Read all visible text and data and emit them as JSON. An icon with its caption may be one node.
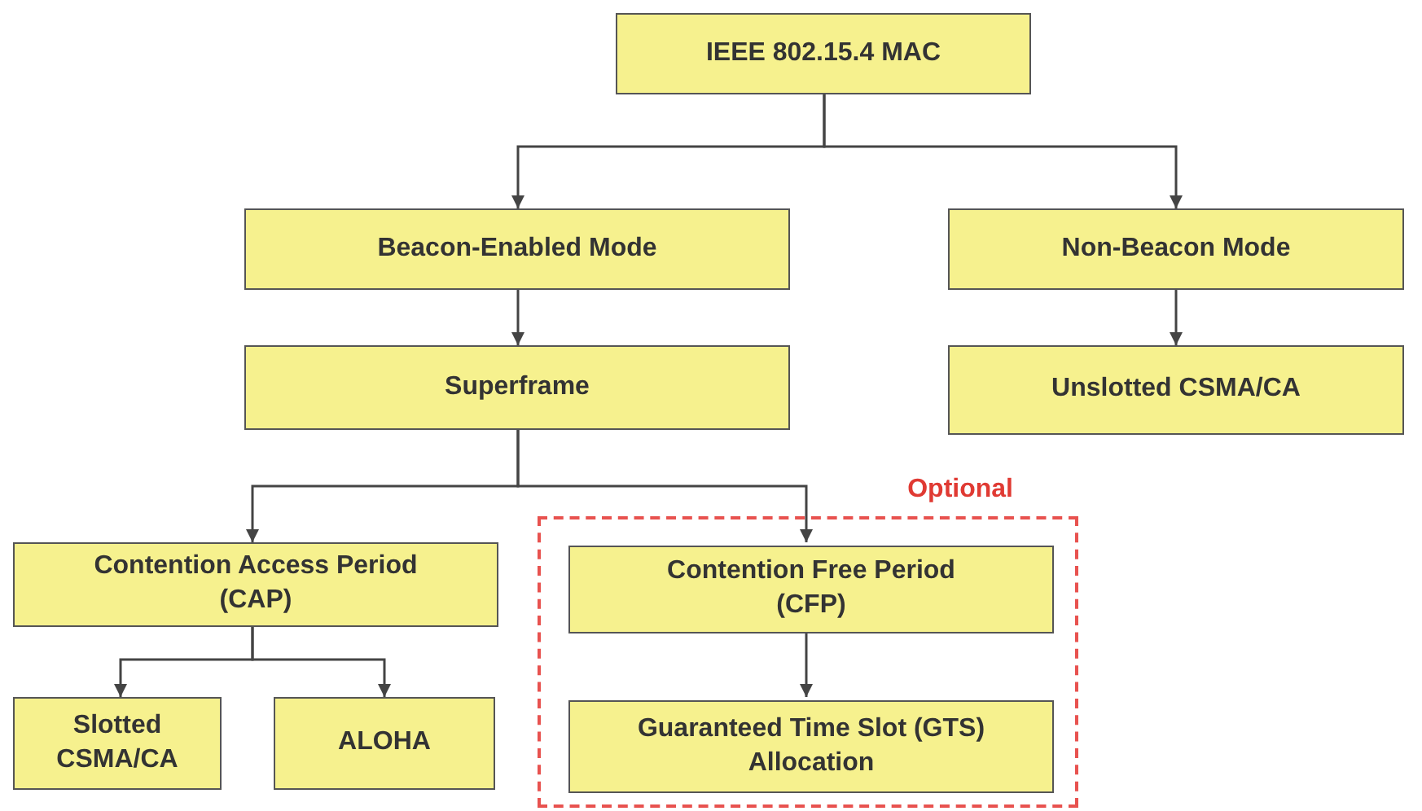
{
  "diagram": {
    "nodes": [
      {
        "text": [
          "IEEE 802.15.4 MAC"
        ]
      },
      {
        "text": [
          "Beacon-Enabled Mode"
        ]
      },
      {
        "text": [
          "Non-Beacon Mode"
        ]
      },
      {
        "text": [
          "Superframe"
        ]
      },
      {
        "text": [
          "Unslotted CSMA/CA"
        ]
      },
      {
        "text": [
          "Contention Access Period (CAP)"
        ]
      },
      {
        "text": [
          "Optional"
        ]
      },
      {
        "text": [
          "Contention Free Period (CFP)"
        ],
        "in": 6
      },
      {
        "text": [
          "Slotted CSMA/CA"
        ]
      },
      {
        "text": [
          "ALOHA"
        ]
      },
      {
        "text": [
          "Guaranteed Time Slot (GTS) Allocation"
        ],
        "in": 6
      }
    ],
    "edges": [
      {
        "from": 0,
        "to": 1,
        "arrow": "to"
      },
      {
        "from": 0,
        "to": 2,
        "arrow": "to"
      },
      {
        "from": 1,
        "to": 3,
        "arrow": "to"
      },
      {
        "from": 2,
        "to": 4,
        "arrow": "to"
      },
      {
        "from": 3,
        "to": 5,
        "arrow": "to"
      },
      {
        "from": 3,
        "to": 7,
        "arrow": "to"
      },
      {
        "from": 5,
        "to": 8,
        "arrow": "to"
      },
      {
        "from": 5,
        "to": 9,
        "arrow": "to"
      },
      {
        "from": 7,
        "to": 10,
        "arrow": "to"
      }
    ]
  }
}
